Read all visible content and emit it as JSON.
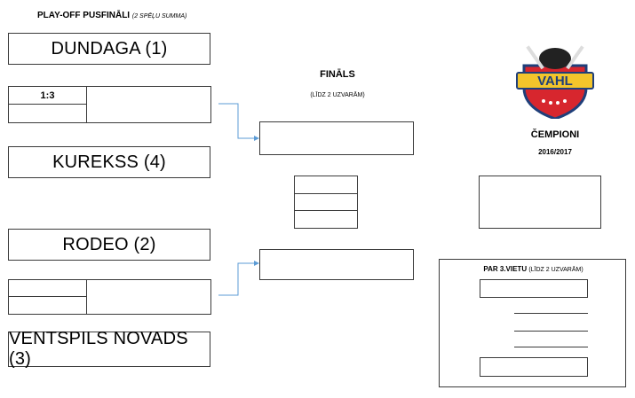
{
  "semifinals": {
    "title": "PLAY-OFF PUSFINĀLI",
    "subtitle": "(2 SPĒĻU SUMMA)",
    "team1": "DUNDAGA (1)",
    "score1": "1:3",
    "team2": "KUREKSS (4)",
    "team3": "RODEO (2)",
    "team4": "VENTSPILS NOVADS (3)"
  },
  "final": {
    "title": "FINĀLS",
    "subtitle": "(LĪDZ 2 UZVARĀM)"
  },
  "logo": {
    "text": "VAHL"
  },
  "champions": {
    "title": "ČEMPIONI",
    "season": "2016/2017"
  },
  "third_place": {
    "title": "PAR 3.VIETU",
    "subtitle": "(LĪDZ 2 UZVARĀM)"
  },
  "colors": {
    "connector": "#5b9bd5",
    "logo_red": "#d7262e",
    "logo_yellow": "#f3c52b",
    "logo_blue": "#1f3f7a"
  }
}
